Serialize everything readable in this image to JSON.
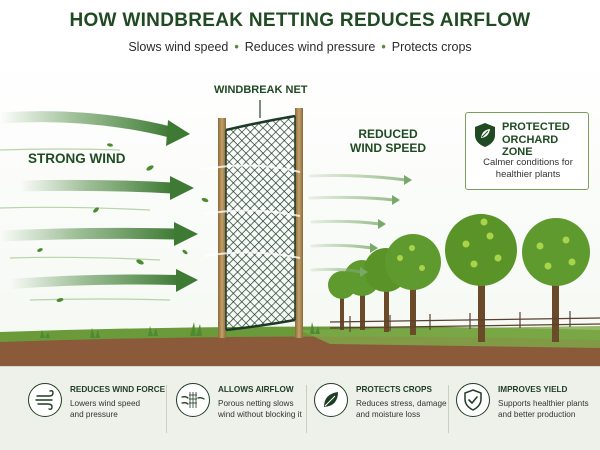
{
  "title": "HOW WINDBREAK NETTING REDUCES AIRFLOW",
  "subtitle": {
    "items": [
      "Slows wind speed",
      "Reduces wind pressure",
      "Protects crops"
    ]
  },
  "diagram": {
    "strong_wind_label": "STRONG WIND",
    "net_label": "WINDBREAK NET",
    "reduced_label_line1": "REDUCED",
    "reduced_label_line2": "WIND SPEED",
    "zone": {
      "title_line1": "PROTECTED",
      "title_line2": "ORCHARD ZONE",
      "text_line1": "Calmer conditions for",
      "text_line2": "healthier plants",
      "icon": "shield-leaf-icon"
    }
  },
  "benefits": [
    {
      "title": "REDUCES WIND FORCE",
      "line1": "Lowers wind speed",
      "line2": "and pressure",
      "icon": "wind-icon"
    },
    {
      "title": "ALLOWS AIRFLOW",
      "line1": "Porous netting slows",
      "line2": "wind without blocking it",
      "icon": "airflow-icon"
    },
    {
      "title": "PROTECTS CROPS",
      "line1": "Reduces stress, damage",
      "line2": "and moisture loss",
      "icon": "leaf-icon"
    },
    {
      "title": "IMPROVES YIELD",
      "line1": "Supports healthier plants",
      "line2": "and better production",
      "icon": "shield-check-icon"
    }
  ],
  "colors": {
    "title": "#1f4a22",
    "arrow": "#4f8a43",
    "net": "#1d3a27",
    "post": "#a8844e",
    "ground": "#8a5a3a",
    "grass": "#6a9a3a",
    "tree_leaf": "#5e9a2e",
    "fruit": "#a9d44a"
  }
}
